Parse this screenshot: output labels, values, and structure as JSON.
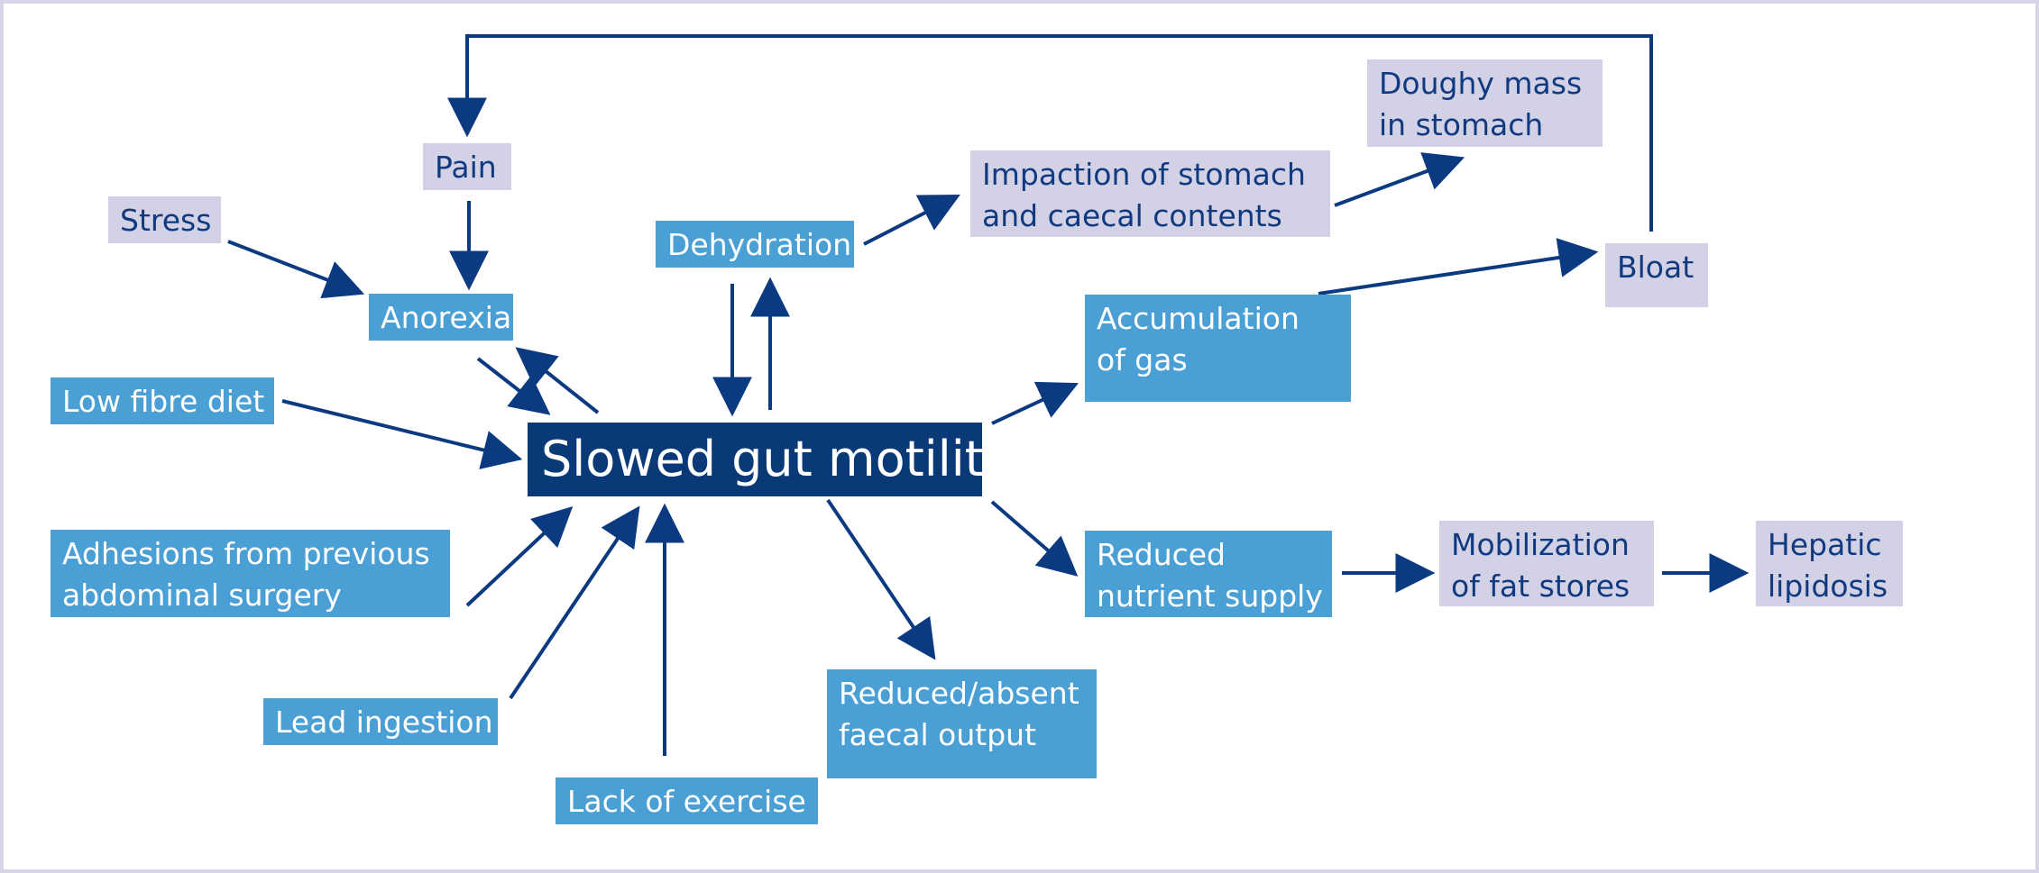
{
  "diagram": {
    "center": "Slowed gut motility",
    "nodes": {
      "pain": [
        "Pain"
      ],
      "stress": [
        "Stress"
      ],
      "anorexia": [
        "Anorexia"
      ],
      "dehydration": [
        "Dehydration"
      ],
      "impaction": [
        "Impaction of stomach",
        "and caecal contents"
      ],
      "doughy": [
        "Doughy mass",
        "in stomach"
      ],
      "bloat": [
        "Bloat"
      ],
      "gas": [
        "Accumulation",
        "of gas"
      ],
      "low_fibre": [
        "Low fibre diet"
      ],
      "adhesions": [
        "Adhesions from previous",
        "abdominal surgery"
      ],
      "lead": [
        "Lead ingestion"
      ],
      "exercise": [
        "Lack of exercise"
      ],
      "faecal": [
        "Reduced/absent",
        "faecal output"
      ],
      "nutrient": [
        "Reduced",
        "nutrient supply"
      ],
      "mobilization": [
        "Mobilization",
        "of fat stores"
      ],
      "hepatic": [
        "Hepatic",
        "lipidosis"
      ]
    },
    "edges": [
      {
        "from": "Stress",
        "to": "Anorexia"
      },
      {
        "from": "Pain",
        "to": "Anorexia"
      },
      {
        "from": "Anorexia",
        "to": "Slowed gut motility"
      },
      {
        "from": "Slowed gut motility",
        "to": "Anorexia"
      },
      {
        "from": "Low fibre diet",
        "to": "Slowed gut motility"
      },
      {
        "from": "Adhesions from previous abdominal surgery",
        "to": "Slowed gut motility"
      },
      {
        "from": "Lead ingestion",
        "to": "Slowed gut motility"
      },
      {
        "from": "Lack of exercise",
        "to": "Slowed gut motility"
      },
      {
        "from": "Dehydration",
        "to": "Slowed gut motility"
      },
      {
        "from": "Slowed gut motility",
        "to": "Dehydration"
      },
      {
        "from": "Dehydration",
        "to": "Impaction of stomach and caecal contents"
      },
      {
        "from": "Impaction of stomach and caecal contents",
        "to": "Doughy mass in stomach"
      },
      {
        "from": "Slowed gut motility",
        "to": "Accumulation of gas"
      },
      {
        "from": "Accumulation of gas",
        "to": "Bloat"
      },
      {
        "from": "Bloat",
        "to": "Pain"
      },
      {
        "from": "Slowed gut motility",
        "to": "Reduced/absent faecal output"
      },
      {
        "from": "Slowed gut motility",
        "to": "Reduced nutrient supply"
      },
      {
        "from": "Reduced nutrient supply",
        "to": "Mobilization of fat stores"
      },
      {
        "from": "Mobilization of fat stores",
        "to": "Hepatic lipidosis"
      }
    ],
    "colors": {
      "arrow": "#0c3a80",
      "lavender_box": "#d3d1e5",
      "light_blue_box": "#4a9fd4",
      "dark_blue_box": "#0a3978",
      "lavender_text": "#103a80",
      "border": "#d6d4e6"
    }
  }
}
